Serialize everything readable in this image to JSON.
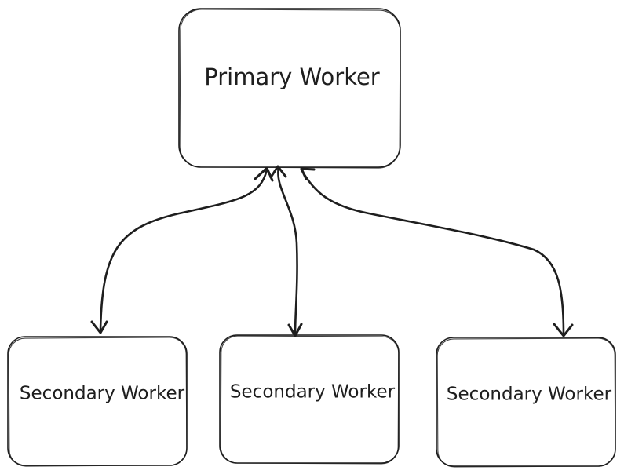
{
  "diagram": {
    "nodes": {
      "primary": {
        "label": "Primary Worker"
      },
      "secondary_1": {
        "label": "Secondary Worker"
      },
      "secondary_2": {
        "label": "Secondary Worker"
      },
      "secondary_3": {
        "label": "Secondary Worker"
      }
    },
    "edges": [
      {
        "from": "primary",
        "to": "secondary_1",
        "direction": "both"
      },
      {
        "from": "primary",
        "to": "secondary_2",
        "direction": "both"
      },
      {
        "from": "primary",
        "to": "secondary_3",
        "direction": "both"
      }
    ],
    "colors": {
      "stroke": "#1e1e1e",
      "background": "#ffffff"
    }
  }
}
